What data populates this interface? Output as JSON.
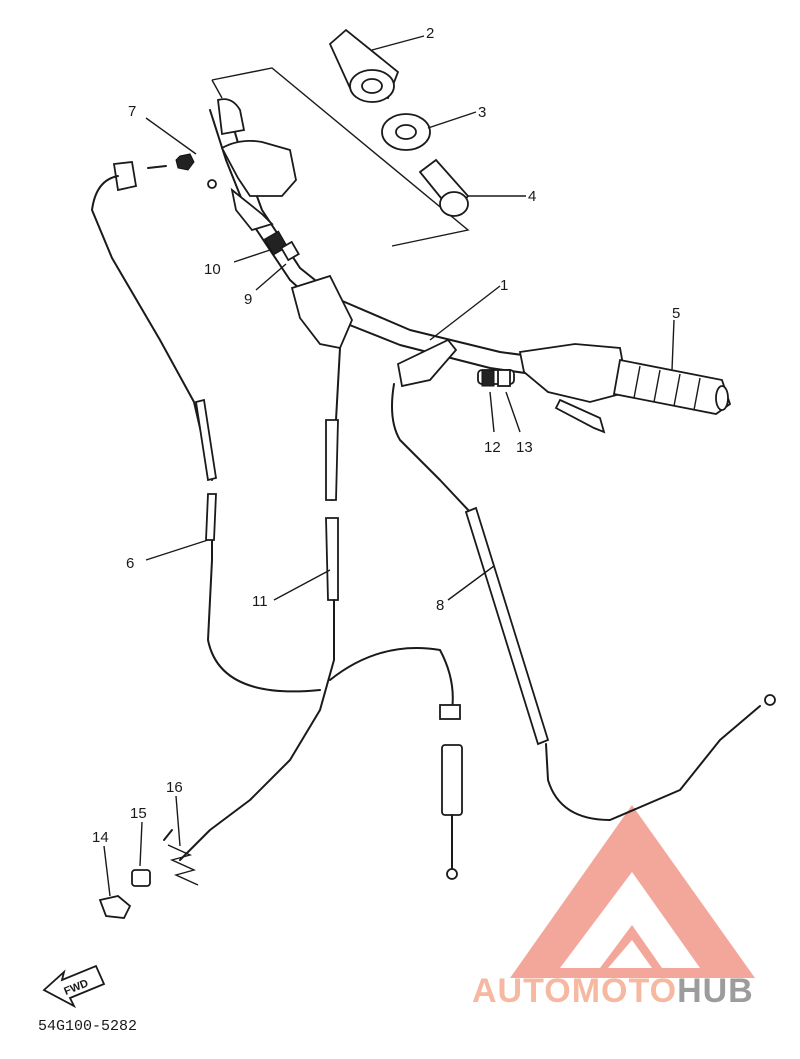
{
  "callouts": [
    "1",
    "2",
    "3",
    "4",
    "5",
    "6",
    "7",
    "8",
    "9",
    "10",
    "11",
    "12",
    "13",
    "14",
    "15",
    "16"
  ],
  "direction_label": "FWD",
  "diagram_code": "54G100-5282",
  "watermark": {
    "part1": "AUTOMOTO",
    "part2": "HUB",
    "color_primary": "#f08a7a",
    "color_secondary": "#9c9c9c"
  }
}
